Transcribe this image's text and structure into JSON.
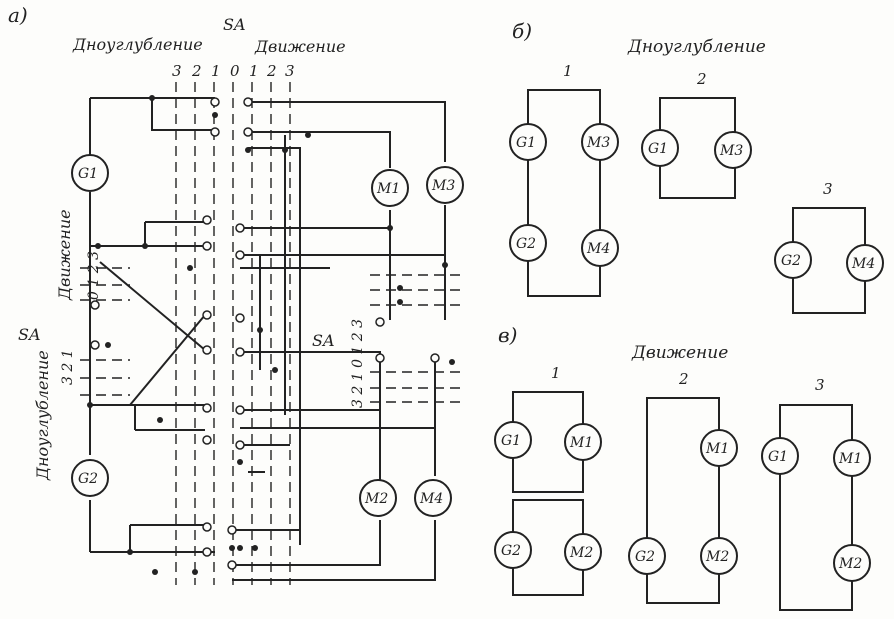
{
  "panel_labels": {
    "a": "а)",
    "b": "б)",
    "c": "в)"
  },
  "switch": {
    "name": "SA",
    "left_group": "Дноуглубление",
    "right_group": "Движение",
    "positions_left": [
      "3",
      "2",
      "1"
    ],
    "positions_right": [
      "0",
      "1",
      "2",
      "3"
    ]
  },
  "left_switch": {
    "name": "SA",
    "upper_group": "Движение",
    "lower_group": "Дноуглубление",
    "upper_positions": "0 1 2 3",
    "lower_positions": "3 2 1"
  },
  "middle_switch": {
    "name": "SA",
    "positions": "3 2 1 0 1 2 3"
  },
  "machines": {
    "g1": "G1",
    "g2": "G2",
    "m1": "M1",
    "m2": "M2",
    "m3": "M3",
    "m4": "M4"
  },
  "panel_b": {
    "title": "Дноуглубление",
    "case1": {
      "label": "1",
      "m": [
        "G1",
        "M3",
        "G2",
        "M4"
      ]
    },
    "case2": {
      "label": "2",
      "m": [
        "G1",
        "M3"
      ]
    },
    "case3": {
      "label": "3",
      "m": [
        "G2",
        "M4"
      ]
    }
  },
  "panel_c": {
    "title": "Движение",
    "case1": {
      "label": "1",
      "m": [
        "G1",
        "M1",
        "G2",
        "M2"
      ]
    },
    "case2": {
      "label": "2",
      "m": [
        "M1",
        "G2",
        "M2"
      ]
    },
    "case3": {
      "label": "3",
      "m": [
        "G1",
        "M1",
        "M2"
      ]
    }
  }
}
